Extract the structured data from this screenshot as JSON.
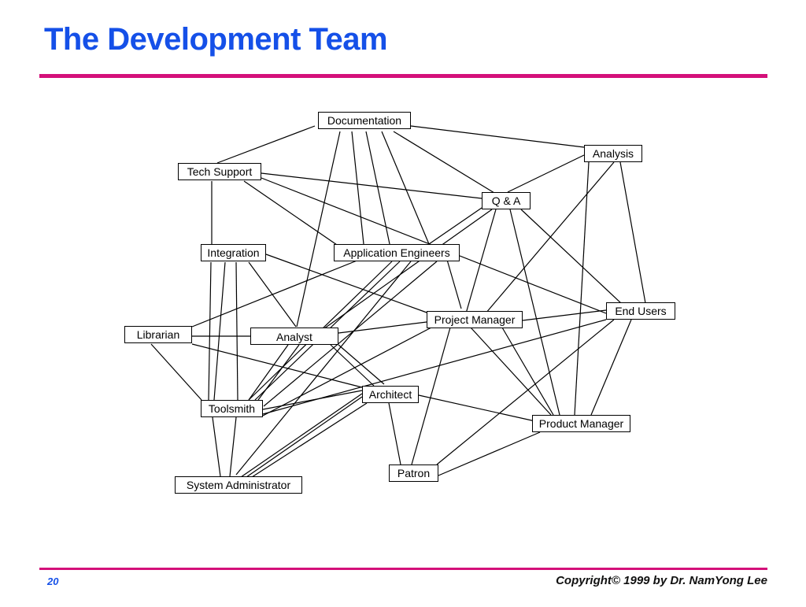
{
  "slide": {
    "title": "The Development Team",
    "page_number": "20",
    "copyright": "Copyright© 1999 by Dr. NamYong Lee"
  },
  "colors": {
    "title": "#1550e8",
    "rule": "#d4107a"
  },
  "diagram": {
    "nodes": {
      "documentation": "Documentation",
      "analysis": "Analysis",
      "tech_support": "Tech Support",
      "qa": "Q & A",
      "integration": "Integration",
      "application_engineers": "Application Engineers",
      "end_users": "End Users",
      "project_manager": "Project Manager",
      "librarian": "Librarian",
      "analyst": "Analyst",
      "architect": "Architect",
      "toolsmith": "Toolsmith",
      "product_manager": "Product Manager",
      "patron": "Patron",
      "system_administrator": "System Administrator"
    }
  }
}
